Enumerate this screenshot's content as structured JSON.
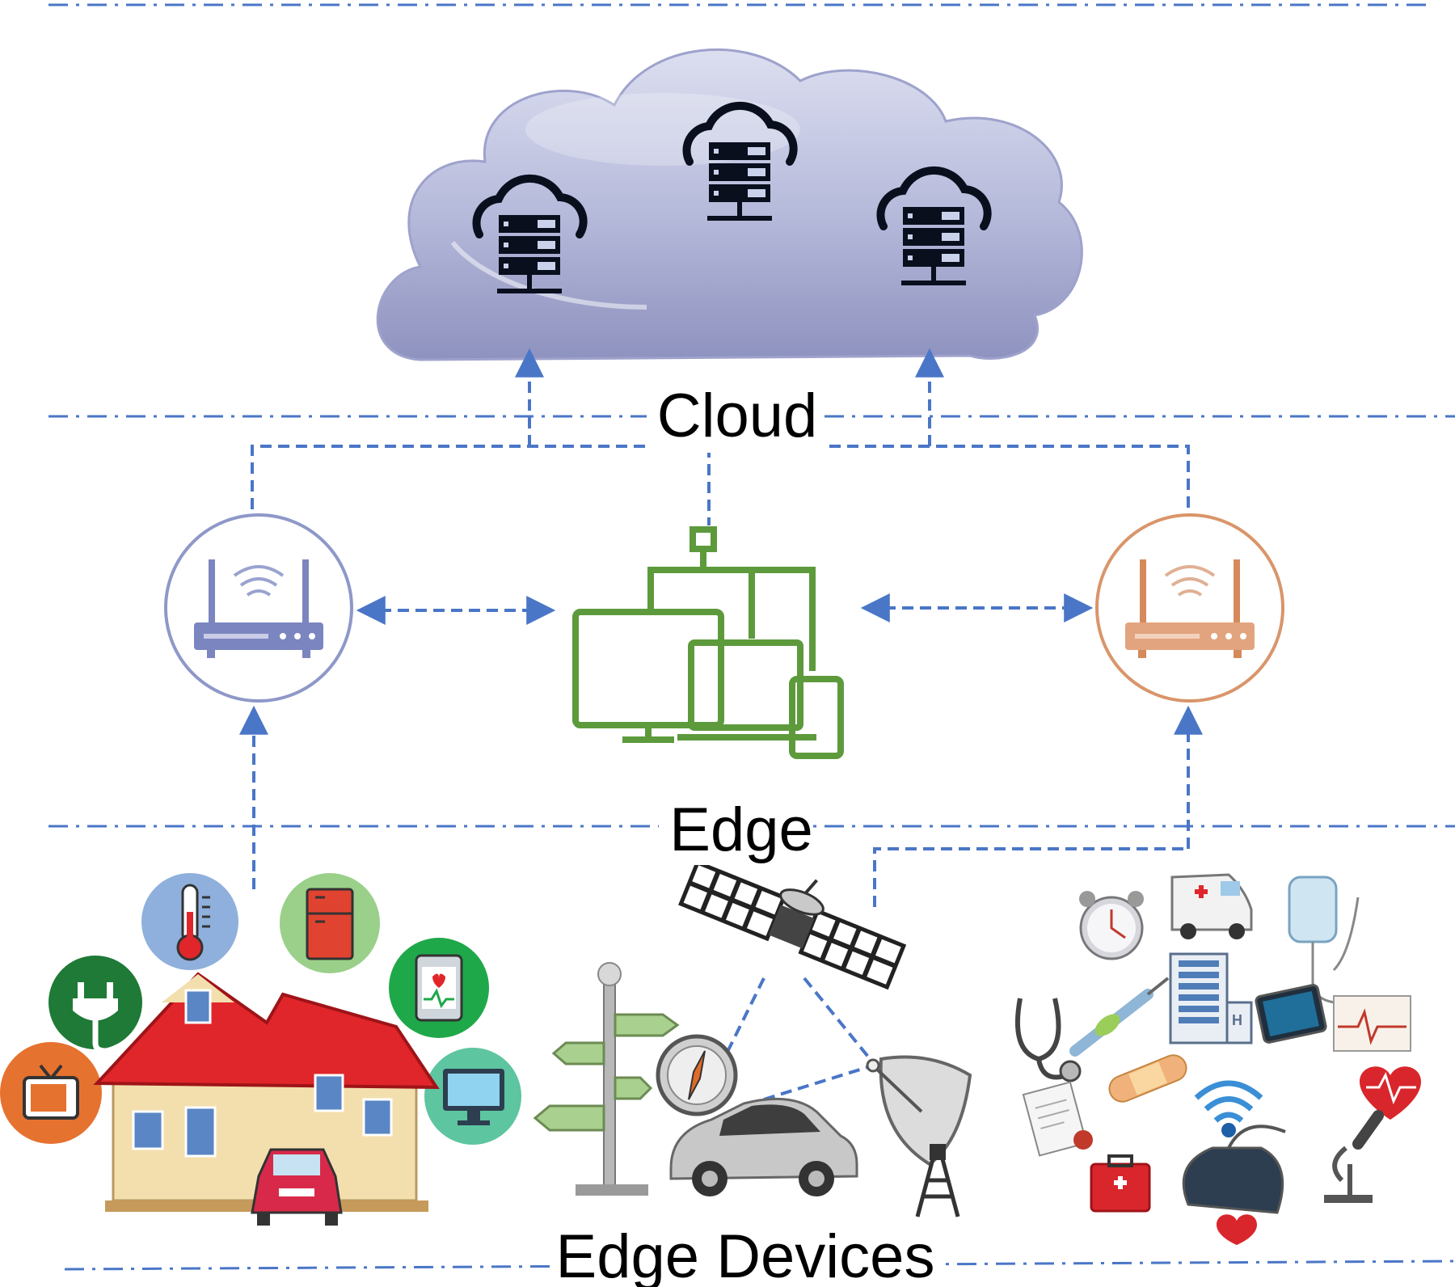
{
  "layers": {
    "cloud_label": "Cloud",
    "edge_label": "Edge",
    "edge_devices_label": "Edge Devices"
  },
  "colors": {
    "connector_blue": "#4a76c7",
    "cloud_fill": "#a9add3",
    "router_blue": "#7b86c0",
    "router_orange": "#d9956a",
    "edge_green": "#5d9a3c",
    "roof_red": "#e0262b"
  },
  "icons": {
    "cloud_servers": [
      "cloud-server-icon",
      "cloud-server-icon",
      "cloud-server-icon"
    ],
    "edge_nodes": [
      "wifi-router-icon",
      "network-devices-icon",
      "wifi-router-icon"
    ],
    "smart_home": [
      "house-icon",
      "tv-icon",
      "plug-icon",
      "thermometer-icon",
      "fridge-icon",
      "smartwatch-icon",
      "monitor-icon",
      "car-icon"
    ],
    "transport": [
      "satellite-icon",
      "signpost-icon",
      "compass-icon",
      "car-icon",
      "satellite-dish-icon"
    ],
    "healthcare": [
      "ambulance-icon",
      "alarm-clock-icon",
      "iv-bag-icon",
      "hospital-icon",
      "stethoscope-icon",
      "syringe-icon",
      "tablet-icon",
      "ecg-icon",
      "bandage-icon",
      "wifi-icon",
      "heart-icon",
      "first-aid-kit-icon",
      "blood-pressure-icon",
      "microscope-icon",
      "prescription-icon"
    ]
  }
}
